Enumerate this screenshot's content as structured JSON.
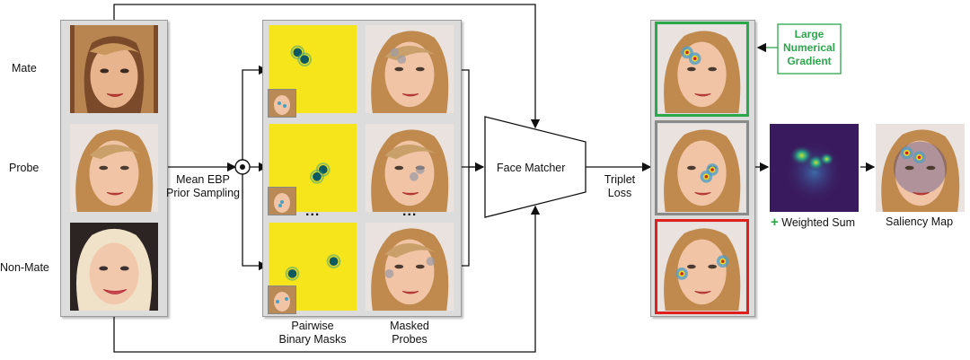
{
  "rows": {
    "mate": "Mate",
    "probe": "Probe",
    "nonmate": "Non-Mate"
  },
  "sampling": {
    "line1": "Mean EBP",
    "line2": "Prior Sampling"
  },
  "masks": {
    "line1": "Pairwise",
    "line2": "Binary Masks",
    "ellipsis": "..."
  },
  "probes": {
    "line1": "Masked",
    "line2": "Probes",
    "ellipsis": "..."
  },
  "matcher": "Face Matcher",
  "loss": {
    "line1": "Triplet",
    "line2": "Loss"
  },
  "gradient": {
    "line1": "Large",
    "line2": "Numerical",
    "line3": "Gradient"
  },
  "weighted_sum": {
    "plus": "+",
    "text": "Weighted Sum"
  },
  "saliency": "Saliency Map",
  "colors": {
    "highlight_green": "#2aa84a",
    "highlight_red": "#e0201f",
    "mask_yellow": "#f5e51a",
    "heat_bg": "#3a1a5e",
    "panel_gray": "#dcdcdc"
  }
}
